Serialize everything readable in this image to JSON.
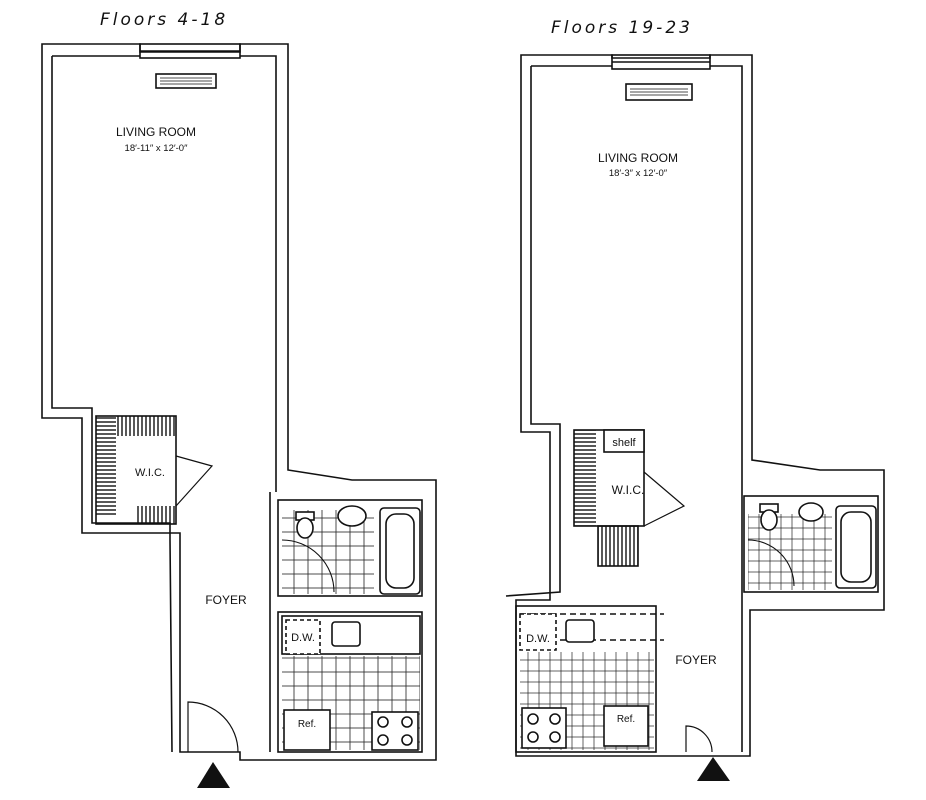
{
  "plans": [
    {
      "title": "Floors  4-18",
      "living_room": {
        "name": "LIVING ROOM",
        "dims": "18′-11″ x 12′-0″"
      },
      "wic": "W.I.C.",
      "foyer": "FOYER",
      "dw": "D.W.",
      "ref": "Ref."
    },
    {
      "title": "Floors 19-23",
      "living_room": {
        "name": "LIVING ROOM",
        "dims": "18′-3″ x 12′-0″"
      },
      "wic": "W.I.C.",
      "shelf": "shelf",
      "foyer": "FOYER",
      "dw": "D.W.",
      "ref": "Ref."
    }
  ]
}
